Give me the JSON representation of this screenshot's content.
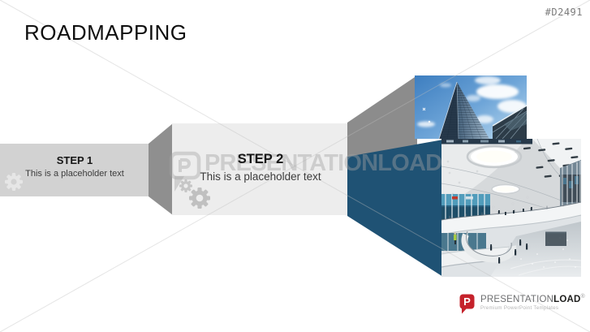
{
  "slide": {
    "title": "ROADMAPPING",
    "template_id": "#D2491"
  },
  "steps": [
    {
      "label": "STEP 1",
      "description": "This is a placeholder text"
    },
    {
      "label": "STEP 2",
      "description": "This is a placeholder text"
    }
  ],
  "watermark": {
    "brand": "PRESENTATIONLOAD"
  },
  "footer_logo": {
    "p": "P",
    "name_regular": "PRESENTATION",
    "name_bold": "LOAD",
    "registered": "®",
    "tagline": "Premium PowerPoint Templates"
  },
  "icons": {
    "step1": "gear-icon",
    "step2": "double-gear-icon",
    "watermark": "speech-bubble-p-icon",
    "brand": "speech-bubble-p-icon"
  },
  "photos": [
    {
      "name": "skyscraper-sky-photo"
    },
    {
      "name": "mall-interior-photo"
    }
  ],
  "colors": {
    "step1_fill": "#d2d2d2",
    "fold_gray": "#8f8f8f",
    "step2_fill": "#ededed",
    "beam_gray": "#8c8c8c",
    "accent_blue": "#1f5274",
    "brand_red": "#c5222b"
  }
}
